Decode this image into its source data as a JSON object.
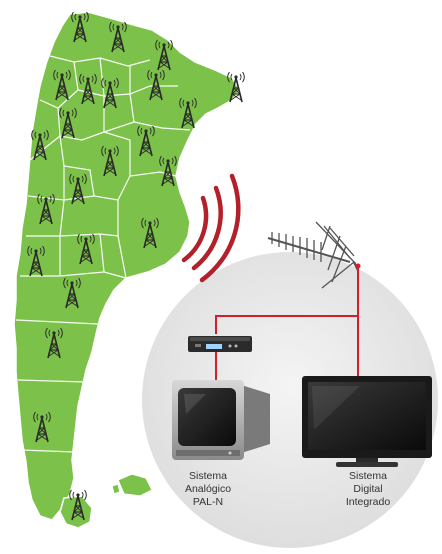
{
  "colors": {
    "map_fill": "#7cc24a",
    "map_border": "#ffffff",
    "signal_waves": "#b3202a",
    "cable": "#d21f2b",
    "circle_bg": "#ececec",
    "tower": "#2a2a2a"
  },
  "icons": {
    "tower": "radio-tower-icon",
    "antenna": "yagi-antenna-icon",
    "converter": "set-top-box-icon",
    "crt_tv": "crt-television-icon",
    "flat_tv": "flat-screen-tv-icon"
  },
  "labels": {
    "analog": [
      "Sistema",
      "Analógico",
      "PAL-N"
    ],
    "digital": [
      "Sistema",
      "Digital",
      "Integrado"
    ]
  }
}
